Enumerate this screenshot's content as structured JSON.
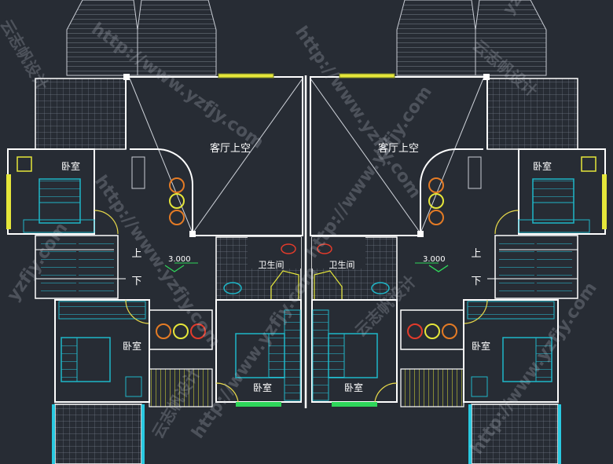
{
  "rooms": {
    "living_void": "客厅上空",
    "bedroom": "卧室",
    "bathroom": "卫生间"
  },
  "stairs": {
    "up": "上",
    "down": "下"
  },
  "level_mark": "3.000",
  "watermarks": {
    "url_short": "yzfjy.com",
    "url_full": "http://www.yzfjy.com",
    "brand": "云志帆设计"
  },
  "colors": {
    "background": "#272c34",
    "wall": "#ffffff",
    "hatch": "#8f97a3",
    "furniture": "#1fb6c8",
    "window": "#e5e63a",
    "door_swing": "#e6d84a",
    "railing": "#2fd65a",
    "fixture_red": "#e23b2b"
  }
}
